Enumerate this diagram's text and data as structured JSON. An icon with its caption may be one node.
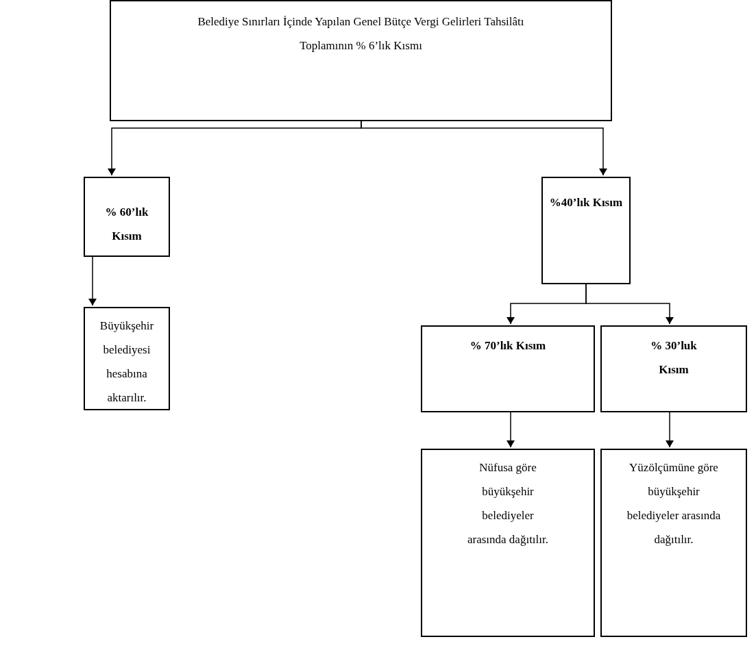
{
  "diagram": {
    "nodes": [
      {
        "text": [
          "Belediye Sınırları İçinde Yapılan Genel Bütçe Vergi Gelirleri Tahsilâtı Toplamının % 6’lık Kısmı"
        ]
      },
      {
        "text": [
          "% 60’lık Kısım"
        ]
      },
      {
        "text": [
          "%40’lık Kısım"
        ]
      },
      {
        "text": [
          "Büyükşehir belediyesi hesabına aktarılır."
        ]
      },
      {
        "text": [
          "% 70’lık Kısım"
        ]
      },
      {
        "text": [
          "% 30’luk Kısım"
        ]
      },
      {
        "text": [
          "Nüfusa göre büyükşehir belediyeler arasında dağıtılır."
        ]
      },
      {
        "text": [
          "Yüzölçümüne göre büyükşehir belediyeler arasında dağıtılır."
        ]
      }
    ],
    "edges": [
      {
        "from": 0,
        "to": 1,
        "arrow": "to"
      },
      {
        "from": 0,
        "to": 2,
        "arrow": "to"
      },
      {
        "from": 1,
        "to": 3,
        "arrow": "to"
      },
      {
        "from": 2,
        "to": 4,
        "arrow": "to"
      },
      {
        "from": 2,
        "to": 5,
        "arrow": "to"
      },
      {
        "from": 4,
        "to": 6,
        "arrow": "to"
      },
      {
        "from": 5,
        "to": 7,
        "arrow": "to"
      }
    ]
  }
}
